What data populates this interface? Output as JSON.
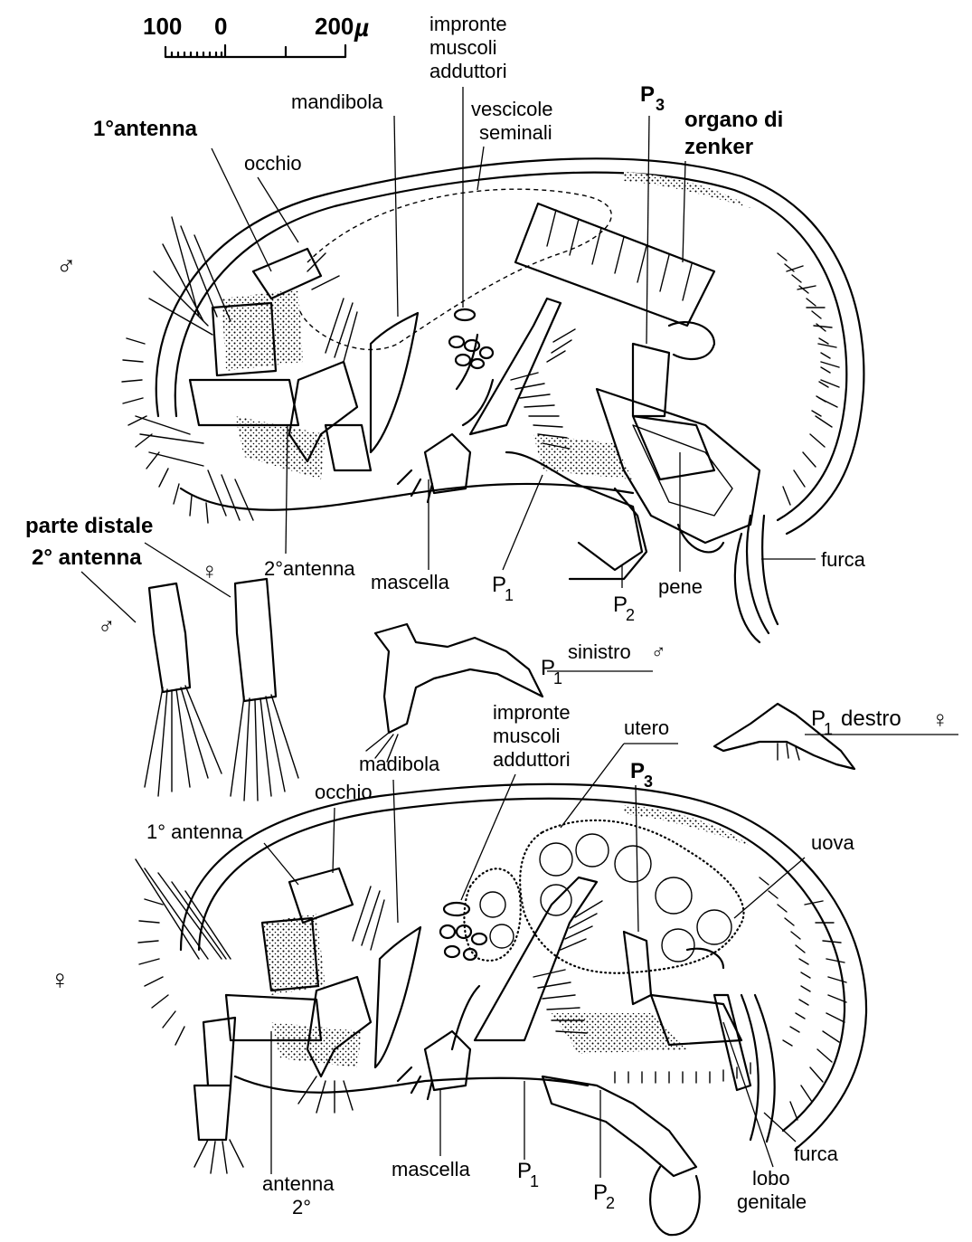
{
  "scale_bar": {
    "label_left": "100",
    "label_zero": "0",
    "label_right": "200",
    "unit": "µ"
  },
  "male": {
    "symbol": "♂",
    "labels": {
      "impronte": "impronte",
      "muscoli": "muscoli",
      "adduttori": "adduttori",
      "mandibola": "mandibola",
      "vescicole": "vescicole",
      "seminali": "seminali",
      "p3": "P",
      "p3_sub": "3",
      "organo_di": "organo di",
      "zenker": "zenker",
      "antenna1": "1°antenna",
      "occhio": "occhio",
      "antenna2": "2°antenna",
      "mascella": "mascella",
      "p1": "P",
      "p1_sub": "1",
      "p2": "P",
      "p2_sub": "2",
      "pene": "pene",
      "furca": "furca"
    }
  },
  "detail": {
    "parte_distale": "parte distale",
    "antenna2": "2° antenna",
    "male_symbol": "♂",
    "female_symbol": "♀",
    "p1_sinistro": "P",
    "p1_sinistro_sub": "1",
    "sinistro_label": "sinistro",
    "sinistro_symbol": "♂",
    "p1_destro": "P",
    "p1_destro_sub": "1",
    "destro_label": "destro",
    "destro_symbol": "♀"
  },
  "female": {
    "symbol": "♀",
    "labels": {
      "impronte": "impronte",
      "muscoli": "muscoli",
      "adduttori": "adduttori",
      "utero": "utero",
      "madibola": "madibola",
      "p3": "P",
      "p3_sub": "3",
      "occhio": "occhio",
      "antenna1": "1° antenna",
      "uova": "uova",
      "antenna2_a": "antenna",
      "antenna2_b": "2°",
      "mascella": "mascella",
      "p1": "P",
      "p1_sub": "1",
      "p2": "P",
      "p2_sub": "2",
      "furca": "furca",
      "lobo": "lobo",
      "genitale": "genitale"
    }
  }
}
